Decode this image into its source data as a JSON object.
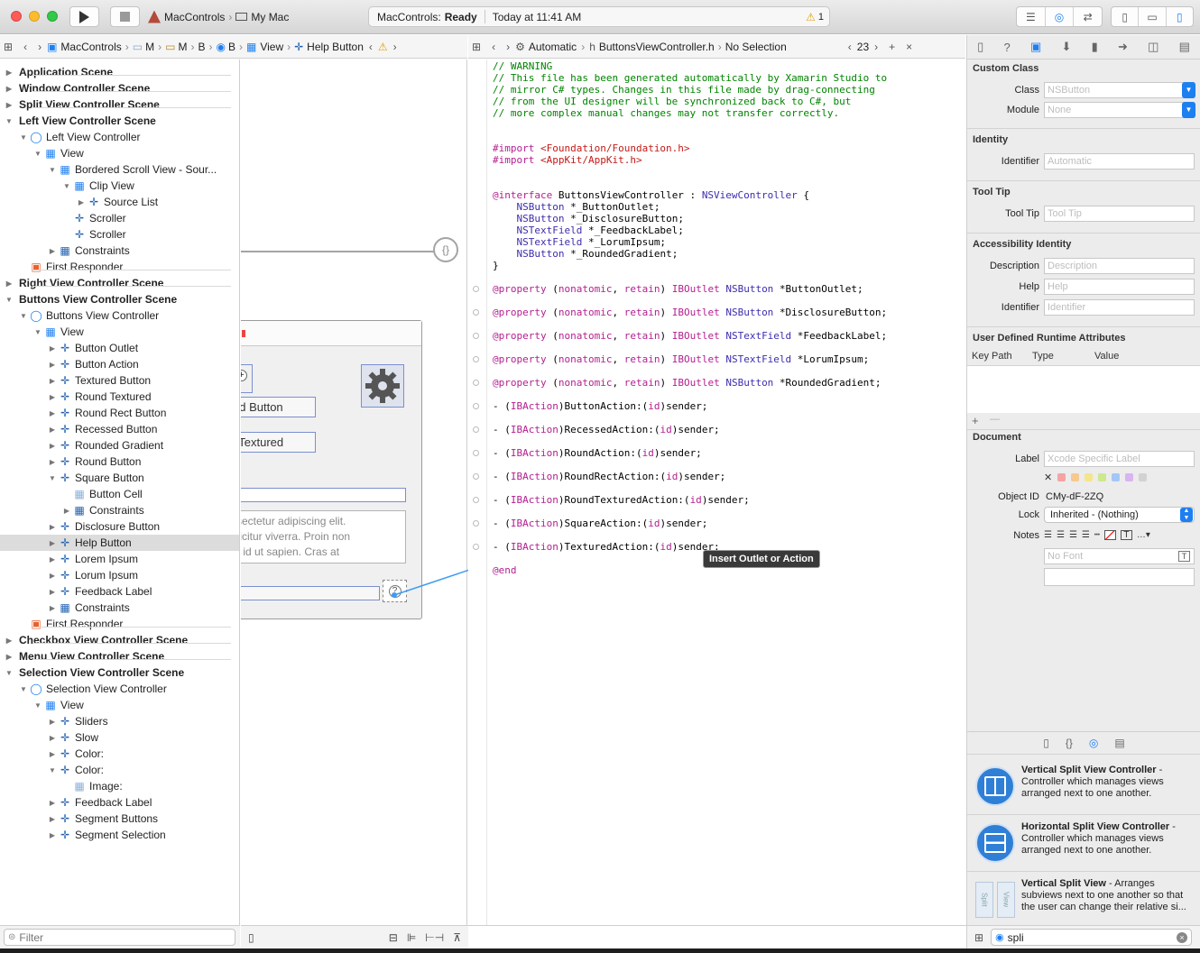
{
  "toolbar": {
    "scheme_project": "MacControls",
    "scheme_target": "My Mac",
    "status_project": "MacControls:",
    "status_state": "Ready",
    "status_time": "Today at 11:41 AM",
    "warning_count": "1",
    "play_icon": "play-icon",
    "stop_icon": "stop-icon"
  },
  "jumpbar_left": {
    "items": [
      "MacControls",
      "M",
      "M",
      "B",
      "B",
      "View",
      "Help Button"
    ]
  },
  "jumpbar_right": {
    "mode": "Automatic",
    "file": "ButtonsViewController.h",
    "selection": "No Selection",
    "counter": "23"
  },
  "outline": [
    {
      "label": "Application Scene",
      "level": 0,
      "scene": true,
      "tri": "right",
      "icon": "none"
    },
    {
      "label": "Window Controller Scene",
      "level": 0,
      "scene": true,
      "tri": "right",
      "icon": "none"
    },
    {
      "label": "Split View Controller Scene",
      "level": 0,
      "scene": true,
      "tri": "right",
      "icon": "none"
    },
    {
      "label": "Left View Controller Scene",
      "level": 0,
      "scene": true,
      "tri": "down",
      "icon": "none"
    },
    {
      "label": "Left View Controller",
      "level": 1,
      "tri": "down",
      "icon": "controller"
    },
    {
      "label": "View",
      "level": 2,
      "tri": "down",
      "icon": "view"
    },
    {
      "label": "Bordered Scroll View - Sour...",
      "level": 3,
      "tri": "down",
      "icon": "view"
    },
    {
      "label": "Clip View",
      "level": 4,
      "tri": "down",
      "icon": "view"
    },
    {
      "label": "Source List",
      "level": 5,
      "tri": "right",
      "icon": "element"
    },
    {
      "label": "Scroller",
      "level": 4,
      "tri": "none",
      "icon": "element"
    },
    {
      "label": "Scroller",
      "level": 4,
      "tri": "none",
      "icon": "element"
    },
    {
      "label": "Constraints",
      "level": 3,
      "tri": "right",
      "icon": "constraints"
    },
    {
      "label": "First Responder",
      "level": 1,
      "tri": "none",
      "icon": "responder"
    },
    {
      "label": "Right View Controller Scene",
      "level": 0,
      "scene": true,
      "tri": "right",
      "icon": "none"
    },
    {
      "label": "Buttons View Controller Scene",
      "level": 0,
      "scene": true,
      "tri": "down",
      "icon": "none"
    },
    {
      "label": "Buttons View Controller",
      "level": 1,
      "tri": "down",
      "icon": "controller"
    },
    {
      "label": "View",
      "level": 2,
      "tri": "down",
      "icon": "view"
    },
    {
      "label": "Button Outlet",
      "level": 3,
      "tri": "right",
      "icon": "element"
    },
    {
      "label": "Button Action",
      "level": 3,
      "tri": "right",
      "icon": "element"
    },
    {
      "label": "Textured Button",
      "level": 3,
      "tri": "right",
      "icon": "element"
    },
    {
      "label": "Round Textured",
      "level": 3,
      "tri": "right",
      "icon": "element"
    },
    {
      "label": "Round Rect Button",
      "level": 3,
      "tri": "right",
      "icon": "element"
    },
    {
      "label": "Recessed Button",
      "level": 3,
      "tri": "right",
      "icon": "element"
    },
    {
      "label": "Rounded Gradient",
      "level": 3,
      "tri": "right",
      "icon": "element"
    },
    {
      "label": "Round Button",
      "level": 3,
      "tri": "right",
      "icon": "element"
    },
    {
      "label": "Square Button",
      "level": 3,
      "tri": "down",
      "icon": "element"
    },
    {
      "label": "Button Cell",
      "level": 4,
      "tri": "none",
      "icon": "cell"
    },
    {
      "label": "Constraints",
      "level": 4,
      "tri": "right",
      "icon": "constraints"
    },
    {
      "label": "Disclosure Button",
      "level": 3,
      "tri": "right",
      "icon": "element"
    },
    {
      "label": "Help Button",
      "level": 3,
      "tri": "right",
      "icon": "element",
      "selected": true
    },
    {
      "label": "Lorem Ipsum",
      "level": 3,
      "tri": "right",
      "icon": "element"
    },
    {
      "label": "Lorum Ipsum",
      "level": 3,
      "tri": "right",
      "icon": "element"
    },
    {
      "label": "Feedback Label",
      "level": 3,
      "tri": "right",
      "icon": "element"
    },
    {
      "label": "Constraints",
      "level": 3,
      "tri": "right",
      "icon": "constraints"
    },
    {
      "label": "First Responder",
      "level": 1,
      "tri": "none",
      "icon": "responder"
    },
    {
      "label": "Checkbox View Controller Scene",
      "level": 0,
      "scene": true,
      "tri": "right",
      "icon": "none"
    },
    {
      "label": "Menu View Controller Scene",
      "level": 0,
      "scene": true,
      "tri": "right",
      "icon": "none"
    },
    {
      "label": "Selection View Controller Scene",
      "level": 0,
      "scene": true,
      "tri": "down",
      "icon": "none"
    },
    {
      "label": "Selection View Controller",
      "level": 1,
      "tri": "down",
      "icon": "controller"
    },
    {
      "label": "View",
      "level": 2,
      "tri": "down",
      "icon": "view"
    },
    {
      "label": "Sliders",
      "level": 3,
      "tri": "right",
      "icon": "element"
    },
    {
      "label": "Slow",
      "level": 3,
      "tri": "right",
      "icon": "element"
    },
    {
      "label": "Color:",
      "level": 3,
      "tri": "right",
      "icon": "element"
    },
    {
      "label": "Color:",
      "level": 3,
      "tri": "down",
      "icon": "element"
    },
    {
      "label": "Image:",
      "level": 4,
      "tri": "none",
      "icon": "cell"
    },
    {
      "label": "Feedback Label",
      "level": 3,
      "tri": "right",
      "icon": "element"
    },
    {
      "label": "Segment Buttons",
      "level": 3,
      "tri": "right",
      "icon": "element"
    },
    {
      "label": "Segment Selection",
      "level": 3,
      "tri": "right",
      "icon": "element"
    }
  ],
  "filter": {
    "placeholder": "Filter"
  },
  "canvas": {
    "bordered_button": "ed Button",
    "textured_button": "l Textured",
    "lorem_lines": [
      "sectetur adipiscing elit.",
      "ficitur viverra. Proin non",
      "r id ut sapien. Cras at"
    ],
    "help_glyph": "?",
    "plus_glyph": "+",
    "connector_glyph": "{}"
  },
  "code": {
    "lines": [
      [
        {
          "t": "// WARNING",
          "c": "cm"
        }
      ],
      [
        {
          "t": "// This file has been generated automatically by Xamarin Studio to",
          "c": "cm"
        }
      ],
      [
        {
          "t": "// mirror C# types. Changes in this file made by drag-connecting",
          "c": "cm"
        }
      ],
      [
        {
          "t": "// from the UI designer will be synchronized back to C#, but",
          "c": "cm"
        }
      ],
      [
        {
          "t": "// more complex manual changes may not transfer correctly.",
          "c": "cm"
        }
      ],
      [],
      [],
      [
        {
          "t": "#import ",
          "c": "kw"
        },
        {
          "t": "<Foundation/Foundation.h>",
          "c": "st"
        }
      ],
      [
        {
          "t": "#import ",
          "c": "kw"
        },
        {
          "t": "<AppKit/AppKit.h>",
          "c": "st"
        }
      ],
      [],
      [],
      [
        {
          "t": "@interface ",
          "c": "kw"
        },
        {
          "t": "ButtonsViewController : ",
          "c": ""
        },
        {
          "t": "NSViewController",
          "c": "ty"
        },
        {
          "t": " {",
          "c": ""
        }
      ],
      [
        {
          "t": "    NSButton",
          "c": "ty"
        },
        {
          "t": " *_ButtonOutlet;",
          "c": ""
        }
      ],
      [
        {
          "t": "    NSButton",
          "c": "ty"
        },
        {
          "t": " *_DisclosureButton;",
          "c": ""
        }
      ],
      [
        {
          "t": "    NSTextField",
          "c": "ty"
        },
        {
          "t": " *_FeedbackLabel;",
          "c": ""
        }
      ],
      [
        {
          "t": "    NSTextField",
          "c": "ty"
        },
        {
          "t": " *_LorumIpsum;",
          "c": ""
        }
      ],
      [
        {
          "t": "    NSButton",
          "c": "ty"
        },
        {
          "t": " *_RoundedGradient;",
          "c": ""
        }
      ],
      [
        {
          "t": "}",
          "c": ""
        }
      ],
      [],
      [
        {
          "t": "@property ",
          "c": "kw"
        },
        {
          "t": "(",
          "c": ""
        },
        {
          "t": "nonatomic",
          "c": "kw"
        },
        {
          "t": ", ",
          "c": ""
        },
        {
          "t": "retain",
          "c": "kw"
        },
        {
          "t": ") ",
          "c": ""
        },
        {
          "t": "IBOutlet ",
          "c": "kw"
        },
        {
          "t": "NSButton",
          "c": "ty"
        },
        {
          "t": " *ButtonOutlet;",
          "c": ""
        }
      ],
      [],
      [
        {
          "t": "@property ",
          "c": "kw"
        },
        {
          "t": "(",
          "c": ""
        },
        {
          "t": "nonatomic",
          "c": "kw"
        },
        {
          "t": ", ",
          "c": ""
        },
        {
          "t": "retain",
          "c": "kw"
        },
        {
          "t": ") ",
          "c": ""
        },
        {
          "t": "IBOutlet ",
          "c": "kw"
        },
        {
          "t": "NSButton",
          "c": "ty"
        },
        {
          "t": " *DisclosureButton;",
          "c": ""
        }
      ],
      [],
      [
        {
          "t": "@property ",
          "c": "kw"
        },
        {
          "t": "(",
          "c": ""
        },
        {
          "t": "nonatomic",
          "c": "kw"
        },
        {
          "t": ", ",
          "c": ""
        },
        {
          "t": "retain",
          "c": "kw"
        },
        {
          "t": ") ",
          "c": ""
        },
        {
          "t": "IBOutlet ",
          "c": "kw"
        },
        {
          "t": "NSTextField",
          "c": "ty"
        },
        {
          "t": " *FeedbackLabel;",
          "c": ""
        }
      ],
      [],
      [
        {
          "t": "@property ",
          "c": "kw"
        },
        {
          "t": "(",
          "c": ""
        },
        {
          "t": "nonatomic",
          "c": "kw"
        },
        {
          "t": ", ",
          "c": ""
        },
        {
          "t": "retain",
          "c": "kw"
        },
        {
          "t": ") ",
          "c": ""
        },
        {
          "t": "IBOutlet ",
          "c": "kw"
        },
        {
          "t": "NSTextField",
          "c": "ty"
        },
        {
          "t": " *LorumIpsum;",
          "c": ""
        }
      ],
      [],
      [
        {
          "t": "@property ",
          "c": "kw"
        },
        {
          "t": "(",
          "c": ""
        },
        {
          "t": "nonatomic",
          "c": "kw"
        },
        {
          "t": ", ",
          "c": ""
        },
        {
          "t": "retain",
          "c": "kw"
        },
        {
          "t": ") ",
          "c": ""
        },
        {
          "t": "IBOutlet ",
          "c": "kw"
        },
        {
          "t": "NSButton",
          "c": "ty"
        },
        {
          "t": " *RoundedGradient;",
          "c": ""
        }
      ],
      [],
      [
        {
          "t": "- (",
          "c": ""
        },
        {
          "t": "IBAction",
          "c": "kw"
        },
        {
          "t": ")ButtonAction:(",
          "c": ""
        },
        {
          "t": "id",
          "c": "kw"
        },
        {
          "t": ")sender;",
          "c": ""
        }
      ],
      [],
      [
        {
          "t": "- (",
          "c": ""
        },
        {
          "t": "IBAction",
          "c": "kw"
        },
        {
          "t": ")RecessedAction:(",
          "c": ""
        },
        {
          "t": "id",
          "c": "kw"
        },
        {
          "t": ")sender;",
          "c": ""
        }
      ],
      [],
      [
        {
          "t": "- (",
          "c": ""
        },
        {
          "t": "IBAction",
          "c": "kw"
        },
        {
          "t": ")RoundAction:(",
          "c": ""
        },
        {
          "t": "id",
          "c": "kw"
        },
        {
          "t": ")sender;",
          "c": ""
        }
      ],
      [],
      [
        {
          "t": "- (",
          "c": ""
        },
        {
          "t": "IBAction",
          "c": "kw"
        },
        {
          "t": ")RoundRectAction:(",
          "c": ""
        },
        {
          "t": "id",
          "c": "kw"
        },
        {
          "t": ")sender;",
          "c": ""
        }
      ],
      [],
      [
        {
          "t": "- (",
          "c": ""
        },
        {
          "t": "IBAction",
          "c": "kw"
        },
        {
          "t": ")RoundTexturedAction:(",
          "c": ""
        },
        {
          "t": "id",
          "c": "kw"
        },
        {
          "t": ")sender;",
          "c": ""
        }
      ],
      [],
      [
        {
          "t": "- (",
          "c": ""
        },
        {
          "t": "IBAction",
          "c": "kw"
        },
        {
          "t": ")SquareAction:(",
          "c": ""
        },
        {
          "t": "id",
          "c": "kw"
        },
        {
          "t": ")sender;",
          "c": ""
        }
      ],
      [],
      [
        {
          "t": "- (",
          "c": ""
        },
        {
          "t": "IBAction",
          "c": "kw"
        },
        {
          "t": ")TexturedAction:(",
          "c": ""
        },
        {
          "t": "id",
          "c": "kw"
        },
        {
          "t": ")sender;",
          "c": ""
        }
      ],
      [],
      [
        {
          "t": "@end",
          "c": "kw"
        }
      ]
    ],
    "tooltip": "Insert Outlet or Action"
  },
  "inspector": {
    "custom_class_header": "Custom Class",
    "class_label": "Class",
    "class_placeholder": "NSButton",
    "module_label": "Module",
    "module_placeholder": "None",
    "identity_header": "Identity",
    "identifier_label": "Identifier",
    "identifier_placeholder": "Automatic",
    "tooltip_header": "Tool Tip",
    "tooltip_label": "Tool Tip",
    "tooltip_placeholder": "Tool Tip",
    "accessibility_header": "Accessibility Identity",
    "description_label": "Description",
    "description_placeholder": "Description",
    "help_label": "Help",
    "help_placeholder": "Help",
    "acc_identifier_label": "Identifier",
    "acc_identifier_placeholder": "Identifier",
    "runtime_header": "User Defined Runtime Attributes",
    "col_keypath": "Key Path",
    "col_type": "Type",
    "col_value": "Value",
    "add_glyph": "+",
    "remove_glyph": "—",
    "document_header": "Document",
    "label_label": "Label",
    "label_placeholder": "Xcode Specific Label",
    "object_id_label": "Object ID",
    "object_id_value": "CMy-dF-2ZQ",
    "lock_label": "Lock",
    "lock_value": "Inherited - (Nothing)",
    "notes_label": "Notes",
    "font_placeholder": "No Font",
    "label_colors": [
      "#f5a3a3",
      "#f7c98f",
      "#f5e58a",
      "#cde88e",
      "#a3c8f5",
      "#d8b4f0",
      "#d2d2d2"
    ]
  },
  "library": {
    "items": [
      {
        "title": "Vertical Split View Controller",
        "desc": " - Controller which manages views arranged next to one another.",
        "icon": "vertical-split-controller-icon"
      },
      {
        "title": "Horizontal Split View Controller",
        "desc": " - Controller which manages views arranged next to one another.",
        "icon": "horizontal-split-controller-icon"
      },
      {
        "title": "Vertical Split View",
        "desc": " - Arranges subviews next to one another so that the user can change their relative si...",
        "icon": "vertical-split-view-icon"
      }
    ],
    "search_value": "spli"
  },
  "accent": "#1e7ff0"
}
